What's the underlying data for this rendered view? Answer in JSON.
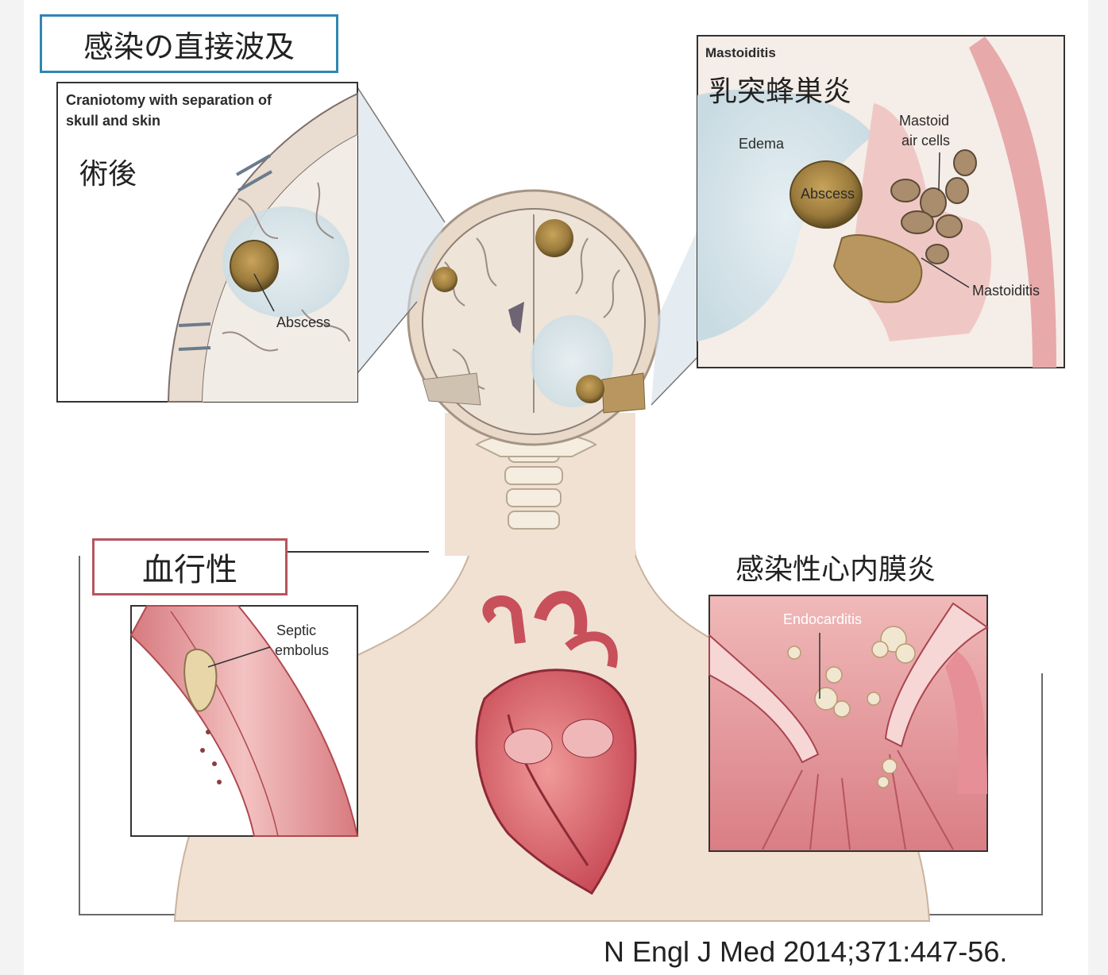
{
  "header": {
    "direct_spread_title": "感染の直接波及",
    "hematogenous_title": "血行性"
  },
  "panels": {
    "craniotomy": {
      "caption_line1": "Craniotomy with separation of",
      "caption_line2": "skull and skin",
      "jp_label": "術後",
      "abscess_label": "Abscess"
    },
    "mastoiditis": {
      "caption": "Mastoiditis",
      "jp_label": "乳突蜂巣炎",
      "edema_label": "Edema",
      "abscess_label": "Abscess",
      "mastoid_line1": "Mastoid",
      "mastoid_line2": "air cells",
      "mastoiditis_label": "Mastoiditis"
    },
    "septic": {
      "line1": "Septic",
      "line2": "embolus"
    },
    "endocarditis": {
      "jp_label": "感染性心内膜炎",
      "label": "Endocarditis"
    }
  },
  "citation": "N Engl J Med 2014;371:447-56.",
  "colors": {
    "direct_border": "#2f86b3",
    "hematogenous_border": "#b5565e",
    "abscess": "#9a7a3c",
    "skin": "#f1e1d3",
    "heart": "#d9525e"
  }
}
